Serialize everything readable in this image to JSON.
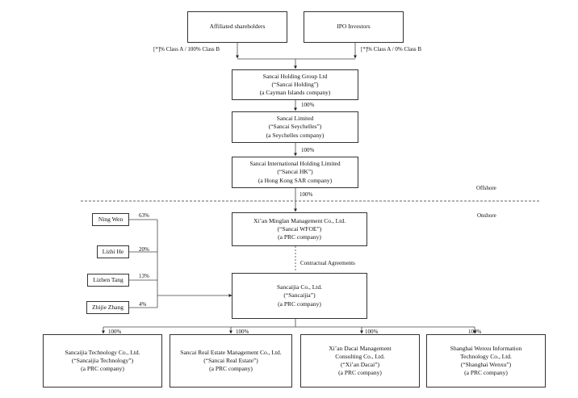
{
  "top_boxes": {
    "affiliated": "Affiliated shareholders",
    "ipo": "IPO Investors"
  },
  "top_pct": {
    "left": "[*]% Class A / 100% Class B",
    "right": "[*]% Class A / 0% Class B"
  },
  "holding": {
    "line1": "Sancai Holding Group Ltd",
    "line2": "(“Sancai Holding”)",
    "line3": "(a Cayman Islands company)"
  },
  "seychelles": {
    "line1": "Sancai Limited",
    "line2": "(“Sancai Seychelles”)",
    "line3": "(a Seychelles company)"
  },
  "hk": {
    "line1": "Sancai International Holding Limited",
    "line2": "(“Sancai HK”)",
    "line3": "(a Hong Kong SAR company)"
  },
  "pct_100": "100%",
  "offshore": "Offshore",
  "onshore": "Onshore",
  "wfoe": {
    "line1": "Xi’an Minglan Management Co., Ltd.",
    "line2": "(“Sancai WFOE”)",
    "line3": "(a PRC company)"
  },
  "contractual": "Contractual Agreements",
  "sancaijia": {
    "line1": "Sancaijia Co., Ltd.",
    "line2": "(“Sancaijia”)",
    "line3": "(a PRC company)"
  },
  "owners": [
    {
      "name": "Ning Wen",
      "pct": "63%"
    },
    {
      "name": "Lizhi He",
      "pct": "20%"
    },
    {
      "name": "Lizhen Tang",
      "pct": "13%"
    },
    {
      "name": "Zhijie Zhang",
      "pct": "4%"
    }
  ],
  "subs": [
    {
      "line1": "Sancaijia Technology Co., Ltd.",
      "line2": "(“Sancaijia Technology”)",
      "line3": "(a PRC company)",
      "line4": "",
      "line5": "",
      "pct": "100%"
    },
    {
      "line1": "Sancai Real Estate Management Co., Ltd.",
      "line2": "(“Sancai Real Estate”)",
      "line3": "(a PRC company)",
      "line4": "",
      "line5": "",
      "pct": "100%"
    },
    {
      "line1": "Xi’an Dacai Management",
      "line2": "Consulting Co., Ltd.",
      "line3": "(“Xi’an Dacai”)",
      "line4": "(a PRC company)",
      "line5": "",
      "pct": "100%"
    },
    {
      "line1": "Shanghai Wenxu Information",
      "line2": "Technology Co., Ltd.",
      "line3": "(“Shanghai Wenxu”)",
      "line4": "(a PRC company)",
      "line5": "",
      "pct": "100%"
    }
  ]
}
